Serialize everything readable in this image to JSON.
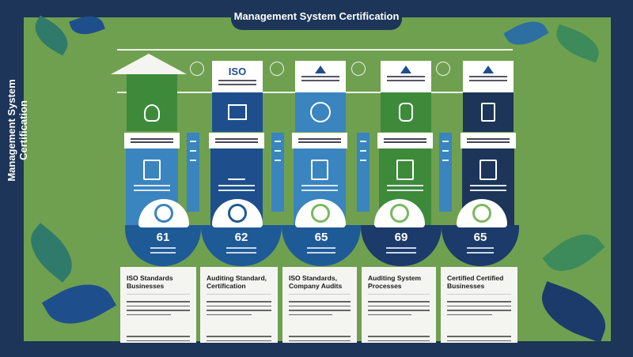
{
  "title": "Management System Certification",
  "side_title": "Management System Certification",
  "top_iso": "ISO",
  "colors": {
    "navy": "#1c3558",
    "green": "#6fa050",
    "blue": "#1e4f8c",
    "light_blue": "#3a84c0",
    "dark_green": "#3d8a3a"
  },
  "columns": [
    {
      "number": "61",
      "card_title": "ISO Standards Businesses"
    },
    {
      "number": "62",
      "card_title": "Auditing Standard, Certification"
    },
    {
      "number": "65",
      "card_title": "ISO Standards, Company Audits"
    },
    {
      "number": "69",
      "card_title": "Auditing System Processes"
    },
    {
      "number": "65",
      "card_title": "Certified Certified Businesses"
    }
  ]
}
